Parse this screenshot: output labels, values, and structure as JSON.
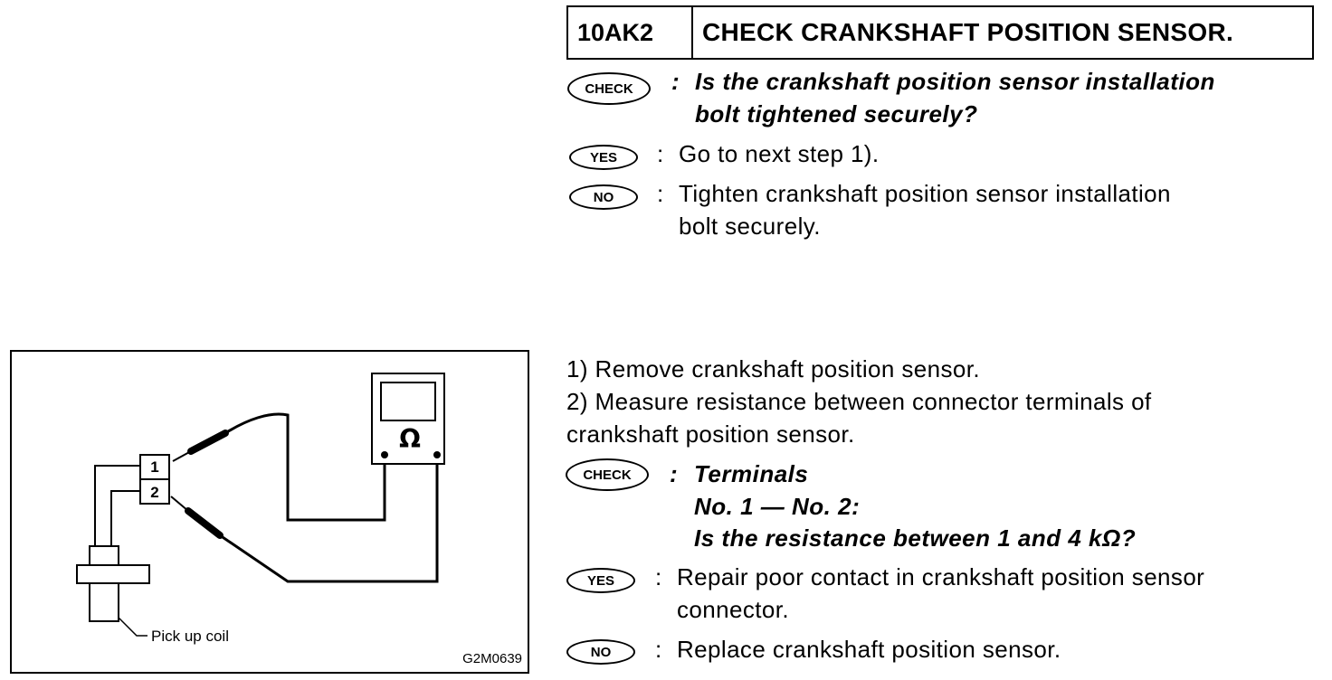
{
  "step": {
    "id": "10AK2",
    "title": "CHECK CRANKSHAFT POSITION SENSOR."
  },
  "badges": {
    "check": "CHECK",
    "yes": "YES",
    "no": "NO"
  },
  "check1": {
    "colon": ":",
    "question_line1": "Is the crankshaft position sensor installation",
    "question_line2": "bolt tightened securely?",
    "yes_answer": "Go to next step 1).",
    "no_answer_line1": "Tighten crankshaft position sensor installation",
    "no_answer_line2": "bolt securely."
  },
  "procedure": {
    "step1": "1) Remove crankshaft position sensor.",
    "step2_line1": "2) Measure resistance between connector terminals of",
    "step2_line2": "crankshaft position sensor."
  },
  "check2": {
    "colon": ":",
    "line1": "Terminals",
    "line2": "No. 1 — No. 2:",
    "line3": "Is the resistance between 1 and 4 kΩ?",
    "yes_answer_line1": "Repair poor contact in crankshaft position sensor",
    "yes_answer_line2": "connector.",
    "no_answer": "Replace crankshaft position sensor."
  },
  "figure": {
    "terminal1": "1",
    "terminal2": "2",
    "meter_symbol": "Ω",
    "label_coil": "Pick up coil",
    "figure_code": "G2M0639"
  }
}
